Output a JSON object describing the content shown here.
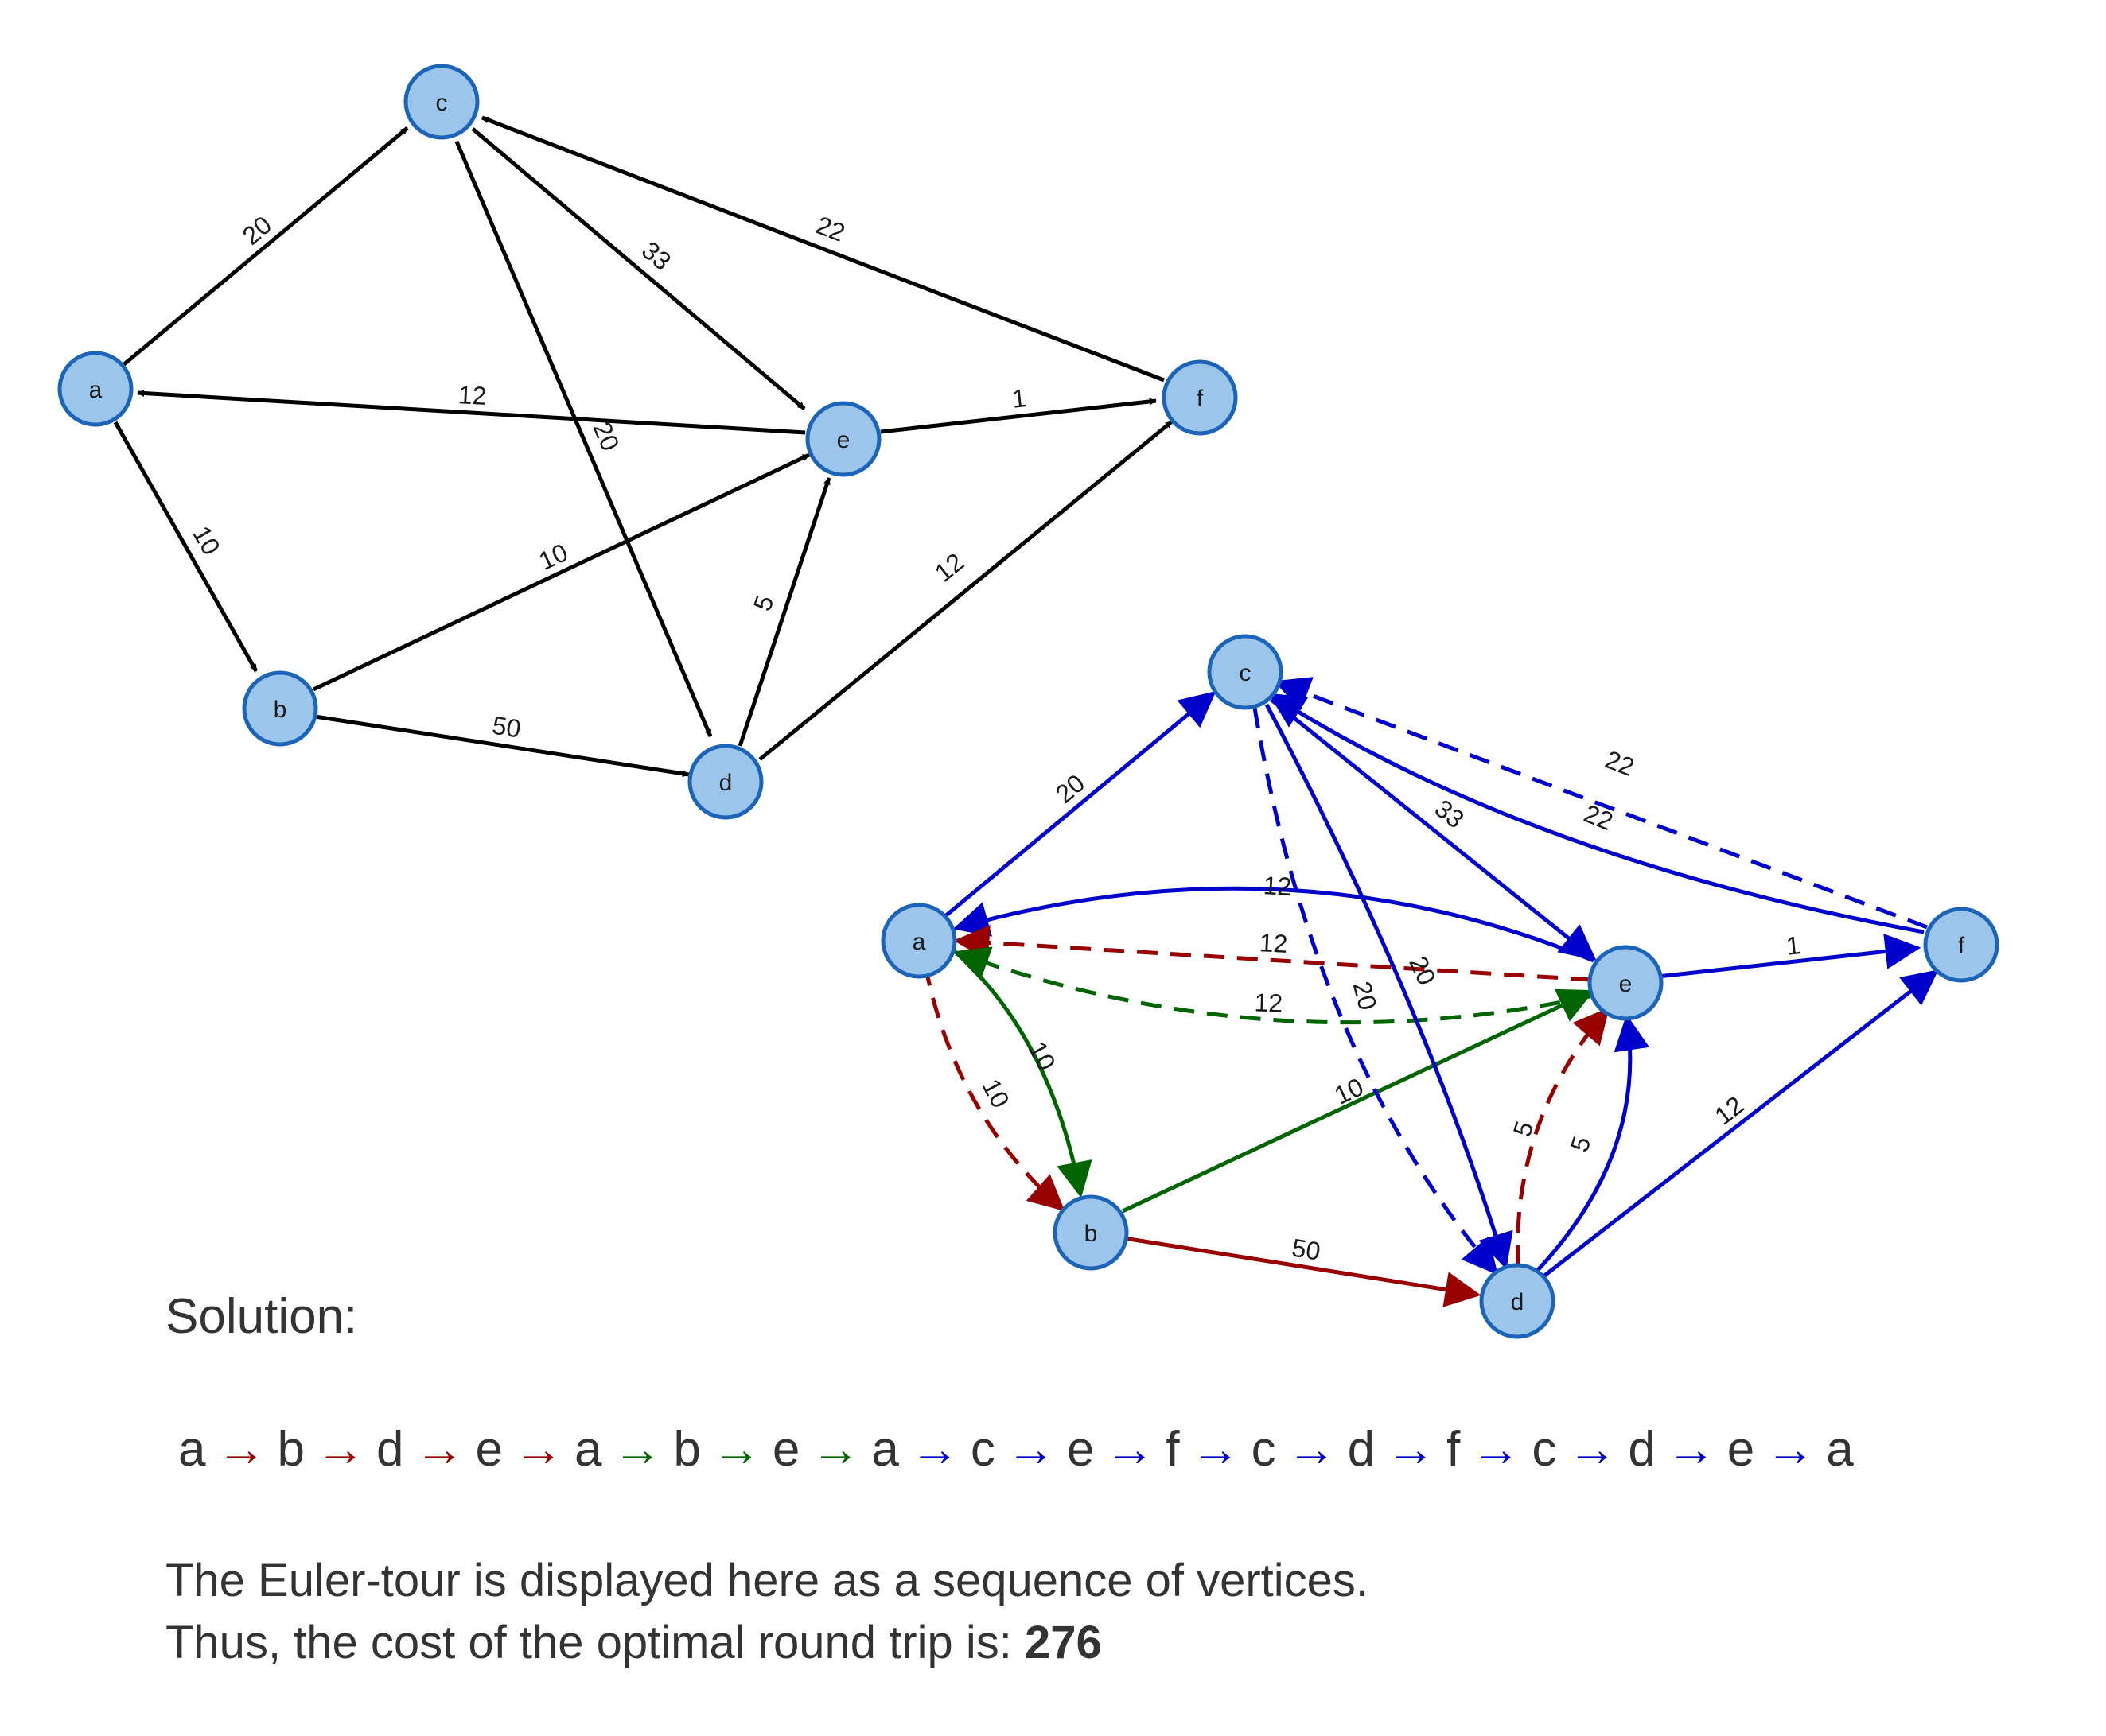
{
  "colors": {
    "node_fill": "#9cc5eb",
    "node_stroke": "#1b64b8",
    "black": "#000000",
    "red": "#990000",
    "green": "#006400",
    "blue": "#0000cc"
  },
  "graph1": {
    "nodes": {
      "a": "a",
      "b": "b",
      "c": "c",
      "d": "d",
      "e": "e",
      "f": "f"
    },
    "edges": [
      {
        "from": "a",
        "to": "c",
        "weight": "20"
      },
      {
        "from": "a",
        "to": "b",
        "weight": "10"
      },
      {
        "from": "c",
        "to": "e",
        "weight": "33"
      },
      {
        "from": "c",
        "to": "d",
        "weight": "20"
      },
      {
        "from": "f",
        "to": "c",
        "weight": "22"
      },
      {
        "from": "e",
        "to": "a",
        "weight": "12"
      },
      {
        "from": "e",
        "to": "f",
        "weight": "1"
      },
      {
        "from": "b",
        "to": "e",
        "weight": "10"
      },
      {
        "from": "b",
        "to": "d",
        "weight": "50"
      },
      {
        "from": "d",
        "to": "e",
        "weight": "5"
      },
      {
        "from": "d",
        "to": "f",
        "weight": "12"
      }
    ]
  },
  "graph2": {
    "nodes": {
      "a": "a",
      "b": "b",
      "c": "c",
      "d": "d",
      "e": "e",
      "f": "f"
    },
    "edges": [
      {
        "from": "a",
        "to": "c",
        "weight": "20",
        "color": "blue",
        "dashed": false
      },
      {
        "from": "a",
        "to": "b",
        "weight": "10",
        "color": "red",
        "dashed": true
      },
      {
        "from": "a",
        "to": "b",
        "weight": "10",
        "color": "green",
        "dashed": false
      },
      {
        "from": "b",
        "to": "d",
        "weight": "50",
        "color": "red",
        "dashed": false
      },
      {
        "from": "b",
        "to": "e",
        "weight": "10",
        "color": "green",
        "dashed": false
      },
      {
        "from": "d",
        "to": "e",
        "weight": "5",
        "color": "red",
        "dashed": true
      },
      {
        "from": "d",
        "to": "e",
        "weight": "5",
        "color": "blue",
        "dashed": false
      },
      {
        "from": "e",
        "to": "a",
        "weight": "12",
        "color": "blue",
        "dashed": false
      },
      {
        "from": "e",
        "to": "a",
        "weight": "12",
        "color": "red",
        "dashed": true
      },
      {
        "from": "e",
        "to": "a",
        "weight": "12",
        "color": "green",
        "dashed": true
      },
      {
        "from": "c",
        "to": "e",
        "weight": "33",
        "color": "blue",
        "dashed": false
      },
      {
        "from": "c",
        "to": "d",
        "weight": "20",
        "color": "blue",
        "dashed": false
      },
      {
        "from": "c",
        "to": "d",
        "weight": "20",
        "color": "blue",
        "dashed": true
      },
      {
        "from": "e",
        "to": "f",
        "weight": "1",
        "color": "blue",
        "dashed": false
      },
      {
        "from": "f",
        "to": "c",
        "weight": "22",
        "color": "blue",
        "dashed": false
      },
      {
        "from": "f",
        "to": "c",
        "weight": "22",
        "color": "blue",
        "dashed": true
      },
      {
        "from": "d",
        "to": "f",
        "weight": "12",
        "color": "blue",
        "dashed": false
      }
    ]
  },
  "solution": {
    "title": "Solution:",
    "sequence": [
      {
        "v": "a"
      },
      {
        "arrow": "→",
        "color": "red"
      },
      {
        "v": "b"
      },
      {
        "arrow": "→",
        "color": "red"
      },
      {
        "v": "d"
      },
      {
        "arrow": "→",
        "color": "red"
      },
      {
        "v": "e"
      },
      {
        "arrow": "→",
        "color": "red"
      },
      {
        "v": "a"
      },
      {
        "arrow": "→",
        "color": "green"
      },
      {
        "v": "b"
      },
      {
        "arrow": "→",
        "color": "green"
      },
      {
        "v": "e"
      },
      {
        "arrow": "→",
        "color": "green"
      },
      {
        "v": "a"
      },
      {
        "arrow": "→",
        "color": "blue"
      },
      {
        "v": "c"
      },
      {
        "arrow": "→",
        "color": "blue"
      },
      {
        "v": "e"
      },
      {
        "arrow": "→",
        "color": "blue"
      },
      {
        "v": "f"
      },
      {
        "arrow": "→",
        "color": "blue"
      },
      {
        "v": "c"
      },
      {
        "arrow": "→",
        "color": "blue"
      },
      {
        "v": "d"
      },
      {
        "arrow": "→",
        "color": "blue"
      },
      {
        "v": "f"
      },
      {
        "arrow": "→",
        "color": "blue"
      },
      {
        "v": "c"
      },
      {
        "arrow": "→",
        "color": "blue"
      },
      {
        "v": "d"
      },
      {
        "arrow": "→",
        "color": "blue"
      },
      {
        "v": "e"
      },
      {
        "arrow": "→",
        "color": "blue"
      },
      {
        "v": "a"
      }
    ],
    "line1": "The Euler-tour is displayed here as a sequence of vertices.",
    "line2_prefix": "Thus, the cost of the optimal round trip is: ",
    "cost": "276"
  }
}
